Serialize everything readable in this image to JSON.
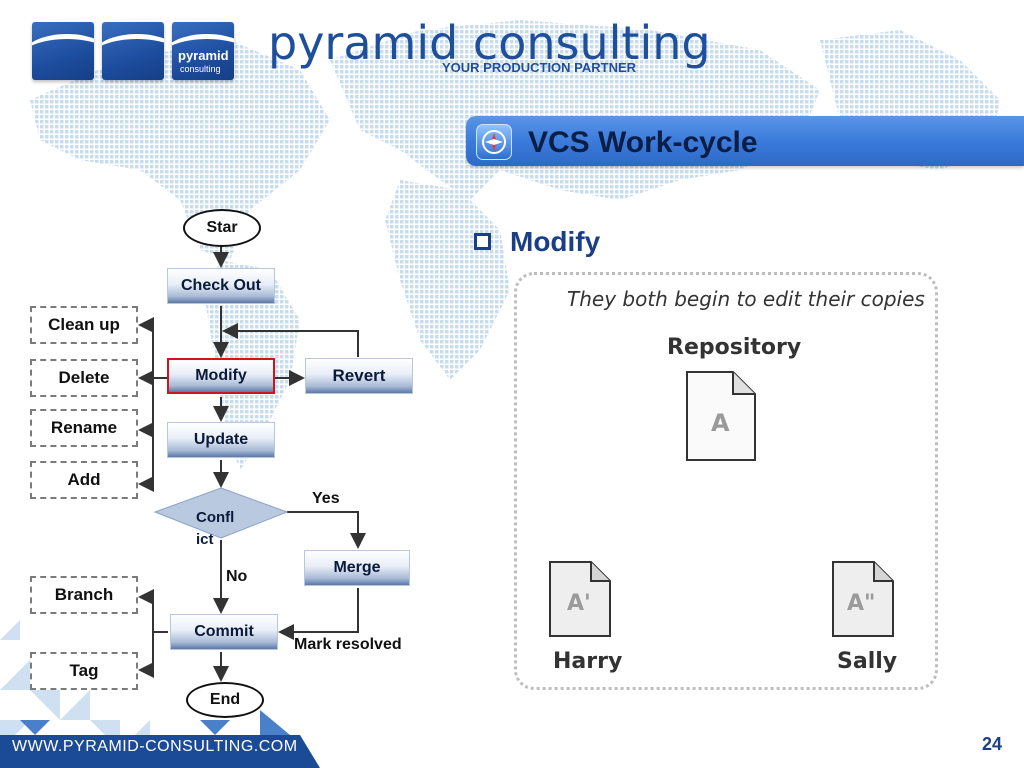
{
  "header": {
    "brand_name": "pyramid consulting",
    "brand_tagline": "YOUR PRODUCTION PARTNER",
    "logo_text_top": "pyramid",
    "logo_text_bottom": "consulting"
  },
  "slide": {
    "title": "VCS Work-cycle",
    "bullet": "Modify",
    "page_number": "24"
  },
  "flowchart": {
    "start": "Star",
    "check_out": "Check Out",
    "modify": "Modify",
    "revert": "Revert",
    "update": "Update",
    "conflict": "Confl ict",
    "merge": "Merge",
    "commit": "Commit",
    "end": "End",
    "yes_label": "Yes",
    "no_label": "No",
    "mark_resolved": "Mark resolved",
    "side_ops": [
      "Clean up",
      "Delete",
      "Rename",
      "Add"
    ],
    "branch_ops": [
      "Branch",
      "Tag"
    ]
  },
  "diagram": {
    "caption": "They both begin to edit their copies",
    "repository_label": "Repository",
    "repo_file": "A",
    "harry_label": "Harry",
    "harry_file": "A'",
    "sally_label": "Sally",
    "sally_file": "A\""
  },
  "footer": {
    "url": "WWW.PYRAMID-CONSULTING.COM"
  },
  "colors": {
    "brand_blue": "#1e4f9c",
    "title_bar": "#3b7bdc",
    "modify_border": "#d0141c"
  }
}
